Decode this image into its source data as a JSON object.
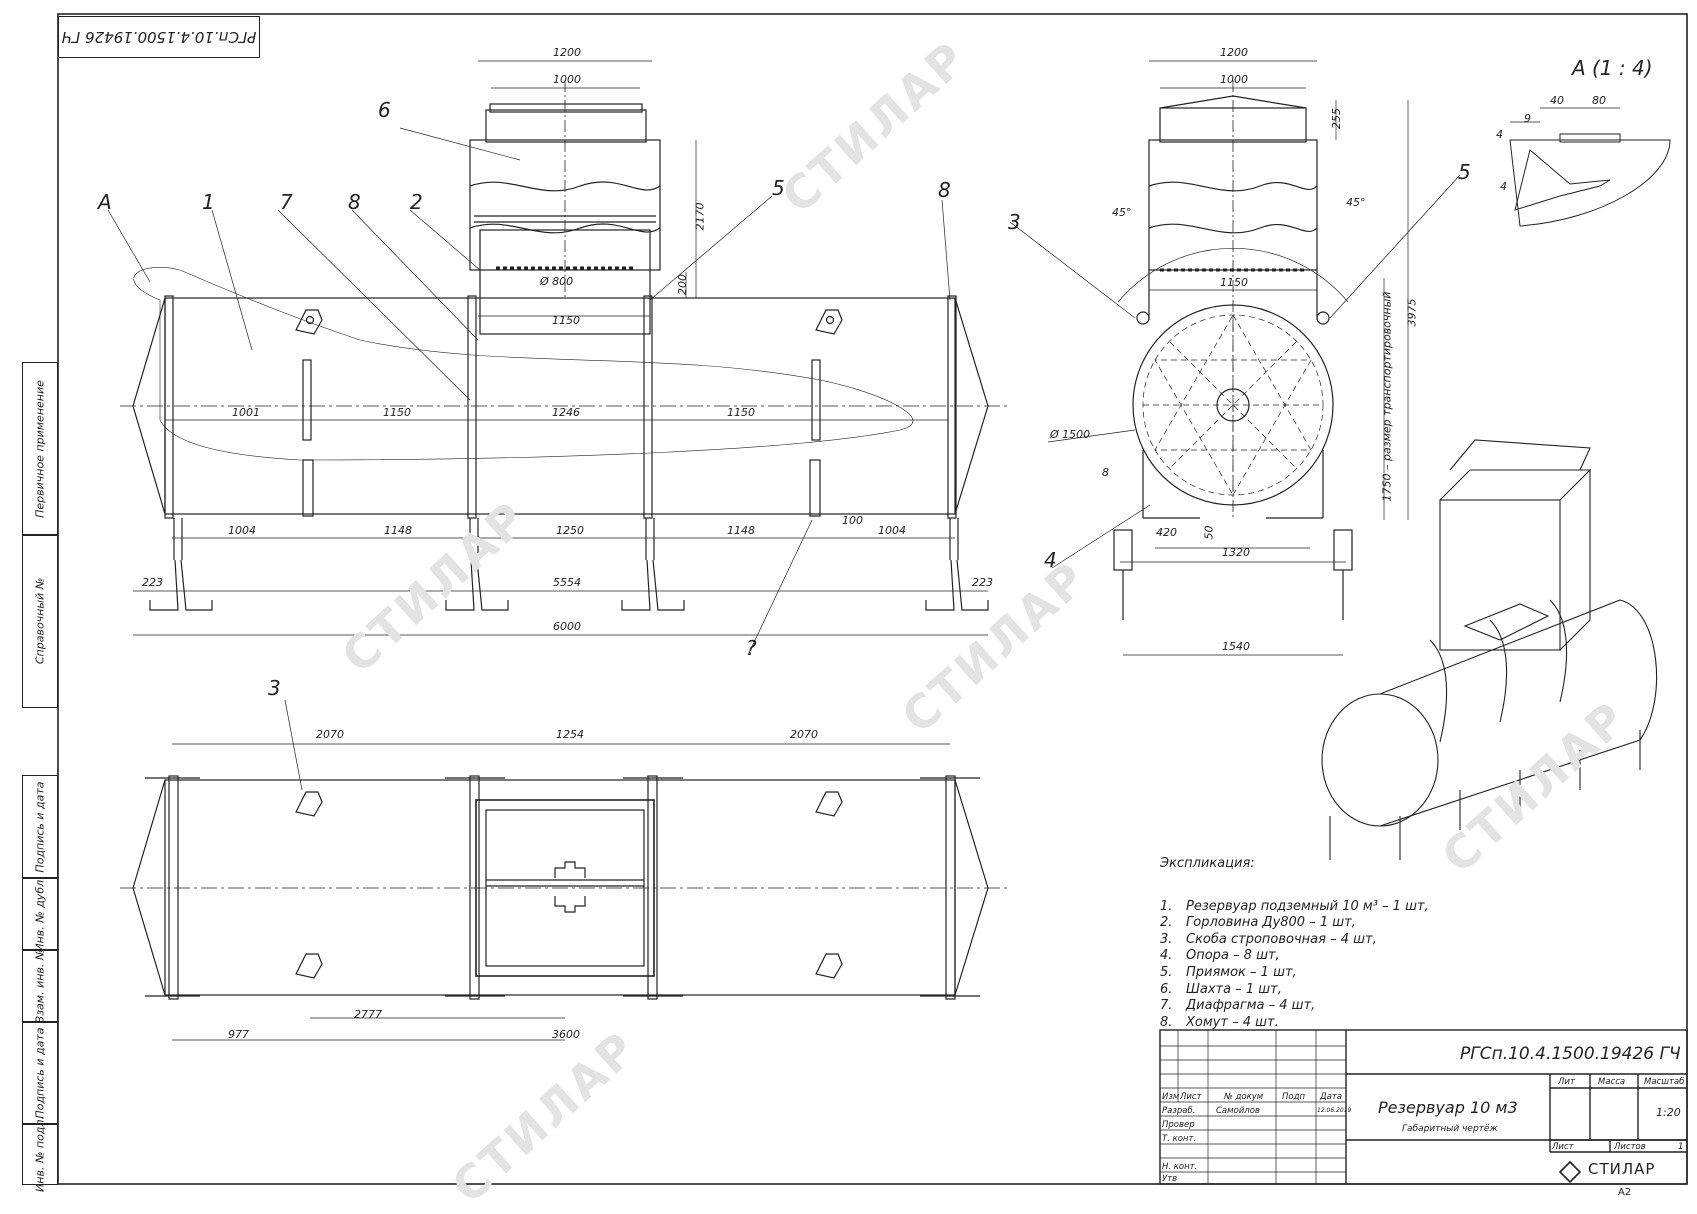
{
  "stamp_code": "РГСп.10.4.1500.19426 ГЧ",
  "side_labels": [
    "Перв ичное применение",
    "Справочный №",
    "Подпись и дата",
    "Инв. № дубл.",
    "Взам. инв. №",
    "Подпись и дата",
    "Инв. № подл."
  ],
  "side_labels_fixed": [
    "Первичное применение",
    "Справочный №",
    "Подпись и дата",
    "Инв. № дубл.",
    "Взам. инв. №",
    "Подпись и дата",
    "Инв. № подл."
  ],
  "watermark": "СТИЛАР",
  "position_labels": [
    "A",
    "1",
    "7",
    "8",
    "2",
    "6",
    "5",
    "8",
    "3",
    "5",
    "3",
    "4",
    "?"
  ],
  "front_view_dims": {
    "top_1200": "1200",
    "top_1000": "1000",
    "h_2170": "2170",
    "h_200": "200",
    "d_800": "Ø 800",
    "w_1150": "1150",
    "upper_row": [
      "1001",
      "1150",
      "1246",
      "1150"
    ],
    "lower_row": [
      "1004",
      "1148",
      "1250",
      "1148",
      "100",
      "1004"
    ],
    "left_223": "223",
    "right_223": "223",
    "total_5554": "5554",
    "total_6000": "6000"
  },
  "side_view_dims": {
    "top_1200": "1200",
    "top_1000": "1000",
    "h_255": "255",
    "angle_left": "45°",
    "angle_right": "45°",
    "w_1150": "1150",
    "h_3975": "3975",
    "transport": "1750 – размер транспортировочный",
    "d_1500": "Ø 1500",
    "w_8": "8",
    "w_420": "420",
    "h_50": "50",
    "w_1320": "1320",
    "w_1540": "1540"
  },
  "detail": {
    "title": "A (1 : 4)",
    "d_9": "9",
    "d_40": "40",
    "d_80": "80",
    "d_4a": "4",
    "d_4b": "4"
  },
  "plan_view_dims": {
    "left_2070": "2070",
    "mid_1254": "1254",
    "right_2070": "2070",
    "d_977": "977",
    "d_2777": "2777",
    "d_3600": "3600"
  },
  "explication": {
    "title": "Экспликация:",
    "items": [
      {
        "n": "1.",
        "text": "Резервуар подземный 10 м³ – 1 шт,"
      },
      {
        "n": "2.",
        "text": "Горловина Ду800 – 1 шт,"
      },
      {
        "n": "3.",
        "text": "Скоба строповочная – 4 шт,"
      },
      {
        "n": "4.",
        "text": "Опора – 8 шт,"
      },
      {
        "n": "5.",
        "text": "Приямок – 1 шт,"
      },
      {
        "n": "6.",
        "text": "Шахта – 1 шт,"
      },
      {
        "n": "7.",
        "text": "Диафрагма – 4 шт,"
      },
      {
        "n": "8.",
        "text": "Хомут – 4 шт."
      }
    ]
  },
  "title_block": {
    "code": "РГСп.10.4.1500.19426 ГЧ",
    "name": "Резервуар 10 м3",
    "subtitle": "Габаритный чертёж",
    "col_izm": "Изм",
    "col_list": "Лист",
    "col_doc": "№ докум",
    "col_podp": "Подп",
    "col_date": "Дата",
    "row_razrab": "Разраб.",
    "razrab_name": "Самойлов",
    "razrab_date": "12.06.2019",
    "row_prover": "Провер",
    "row_tkont": "Т. конт.",
    "row_nkont": "Н. конт.",
    "row_utv": "Утв",
    "lit": "Лит",
    "massa": "Масса",
    "masshtab": "Масштаб",
    "scale": "1:20",
    "list": "Лист",
    "listov": "Листов",
    "listov_n": "1",
    "company": "СТИЛАР",
    "format": "A2"
  }
}
